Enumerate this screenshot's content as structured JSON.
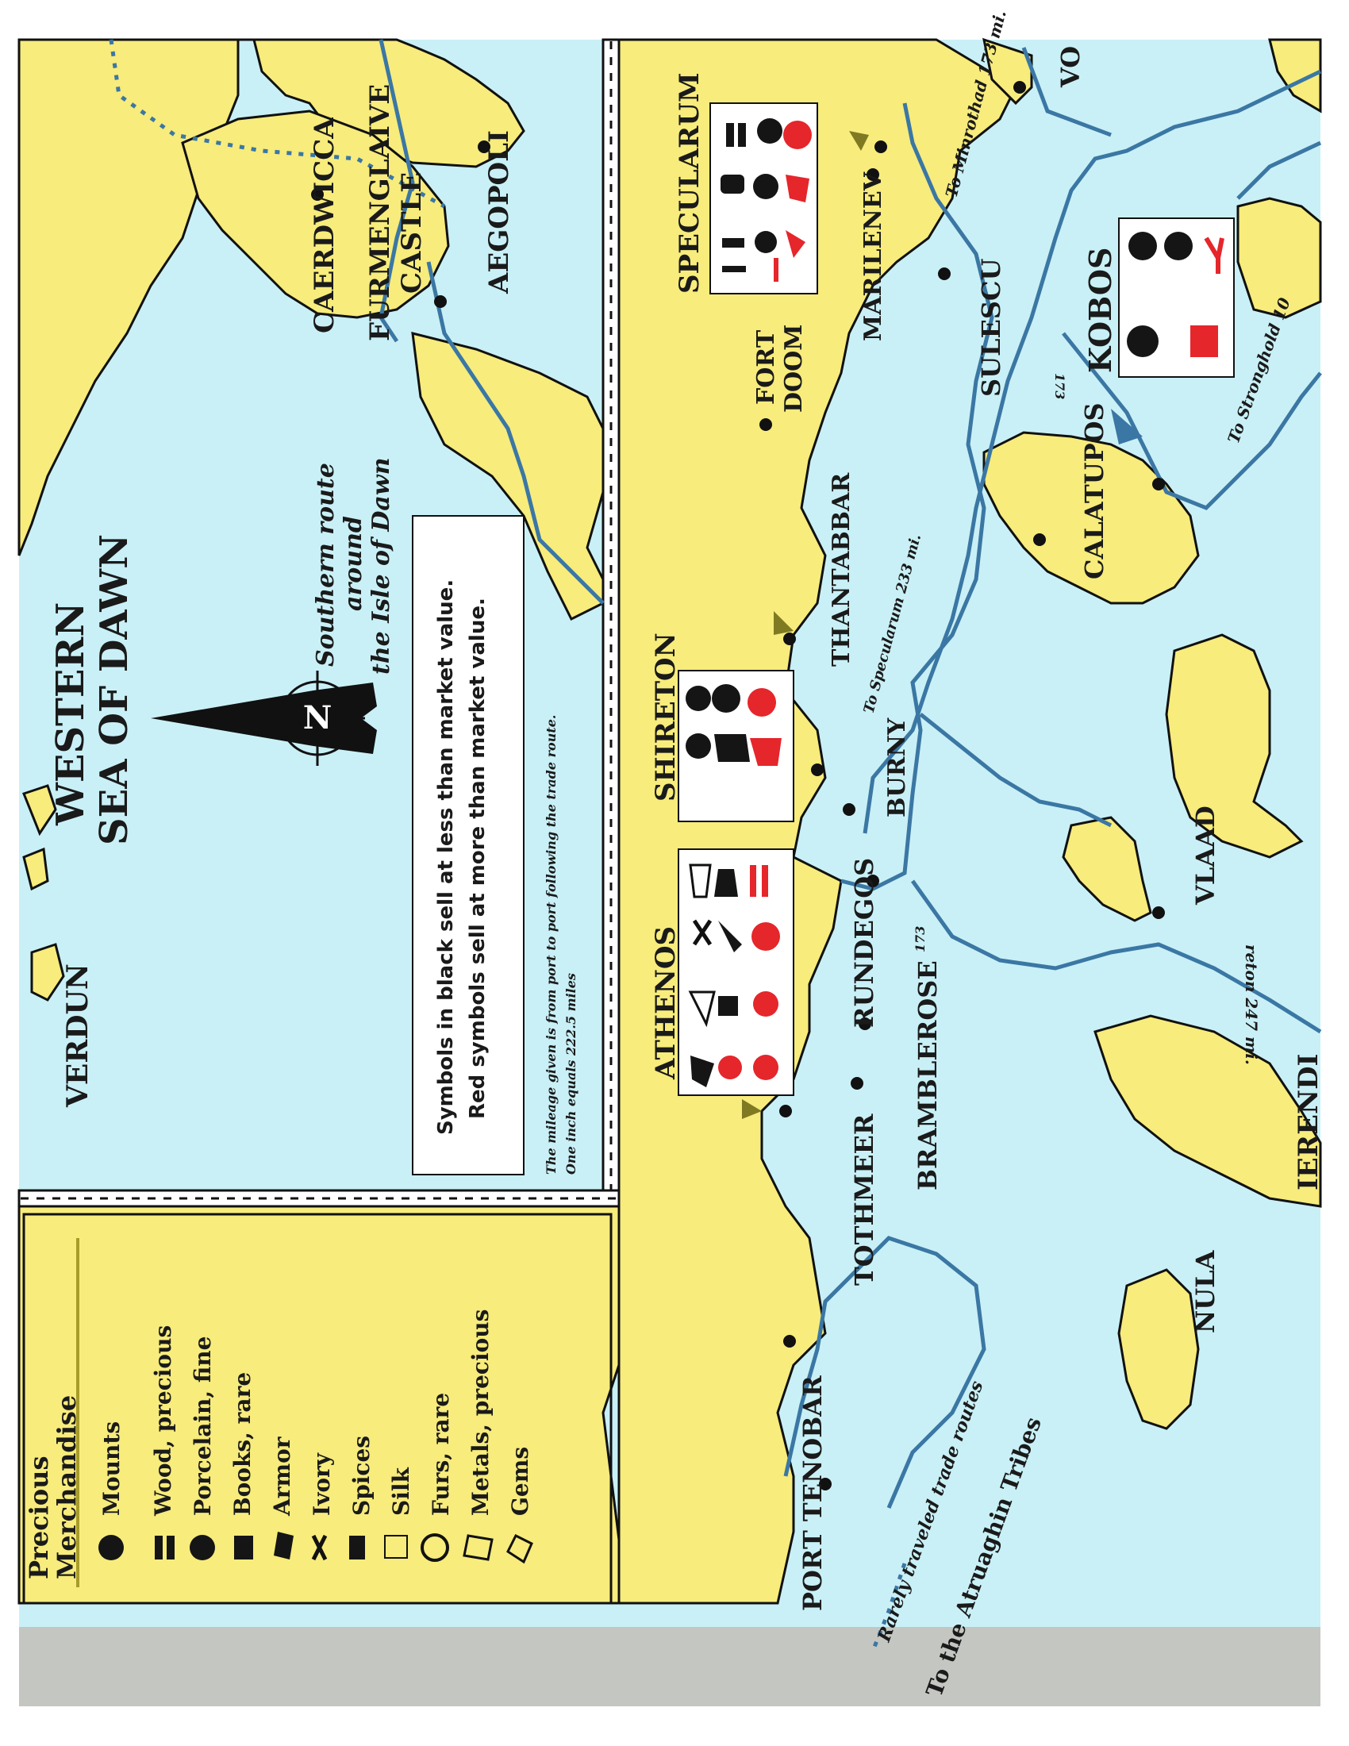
{
  "map": {
    "sea_name_line1": "WESTERN",
    "sea_name_line2": "SEA OF DAWN",
    "compass_letter": "N",
    "southern_route_line1": "Southern route",
    "southern_route_line2": "around",
    "southern_route_line3": "the Isle of Dawn",
    "legend_note_line1": "Symbols in black sell at less than market value.",
    "legend_note_line2": "Red symbols sell at more than market value.",
    "mileage_note": "The mileage given is from port to port following the trade route.",
    "scale_note": "One inch equals 222.5 miles",
    "rare_routes": "Rarely traveled trade routes",
    "atruaghin": "To the Atruaghin Tribes",
    "to_minrothad": "To Minrothad 173 mi.",
    "to_specularum": "To Specularum 233 mi.",
    "to_stronghold": "To Stronghold 10",
    "to_shireton": "reton 247 mi.",
    "mile_173_a": "173",
    "mile_173_b": "173"
  },
  "legend": {
    "title_line1": "Precious",
    "title_line2": "Merchandise",
    "items": [
      {
        "label": "Mounts",
        "icon": "horse-head-icon"
      },
      {
        "label": "Wood, precious",
        "icon": "logs-icon"
      },
      {
        "label": "Porcelain, fine",
        "icon": "teapot-icon"
      },
      {
        "label": "Books, rare",
        "icon": "book-icon"
      },
      {
        "label": "Armor",
        "icon": "helmet-icon"
      },
      {
        "label": "Ivory",
        "icon": "tusk-icon"
      },
      {
        "label": "Spices",
        "icon": "grinder-icon"
      },
      {
        "label": "Silk",
        "icon": "silk-icon"
      },
      {
        "label": "Furs, rare",
        "icon": "fur-icon"
      },
      {
        "label": "Metals, precious",
        "icon": "ingot-icon"
      },
      {
        "label": "Gems",
        "icon": "gem-icon"
      }
    ]
  },
  "places": {
    "verdun": "VERDUN",
    "caerdwicca": "CAERDWICCA",
    "furmenglaive1": "FURMENGLAIVE",
    "furmenglaive2": "CASTLE",
    "aegopoli": "AEGOPOLI",
    "specularum": "SPECULARUM",
    "marilenev": "MARILENEV",
    "fort1": "FORT",
    "fort2": "DOOM",
    "thantabbar": "THANTABBAR",
    "shireton": "SHIRETON",
    "burny": "BURNY",
    "athenos": "ATHENOS",
    "rundegos": "RUNDEGOS",
    "bramblerose": "BRAMBLEROSE",
    "tothmeer": "TOTHMEER",
    "port_tenobar": "PORT TENOBAR",
    "sulescu": "SULESCU",
    "kobos": "KOBOS",
    "calatupos": "CALATUPOS",
    "vlaad": "VLAAD",
    "nula": "NULA",
    "ierendi": "IERENDI",
    "vo": "VO"
  },
  "colors": {
    "land": "#f7ec7c",
    "sea": "#c9f0f6",
    "route": "#3b77a4",
    "market_high": "#e5262b",
    "market_low": "#151515"
  }
}
